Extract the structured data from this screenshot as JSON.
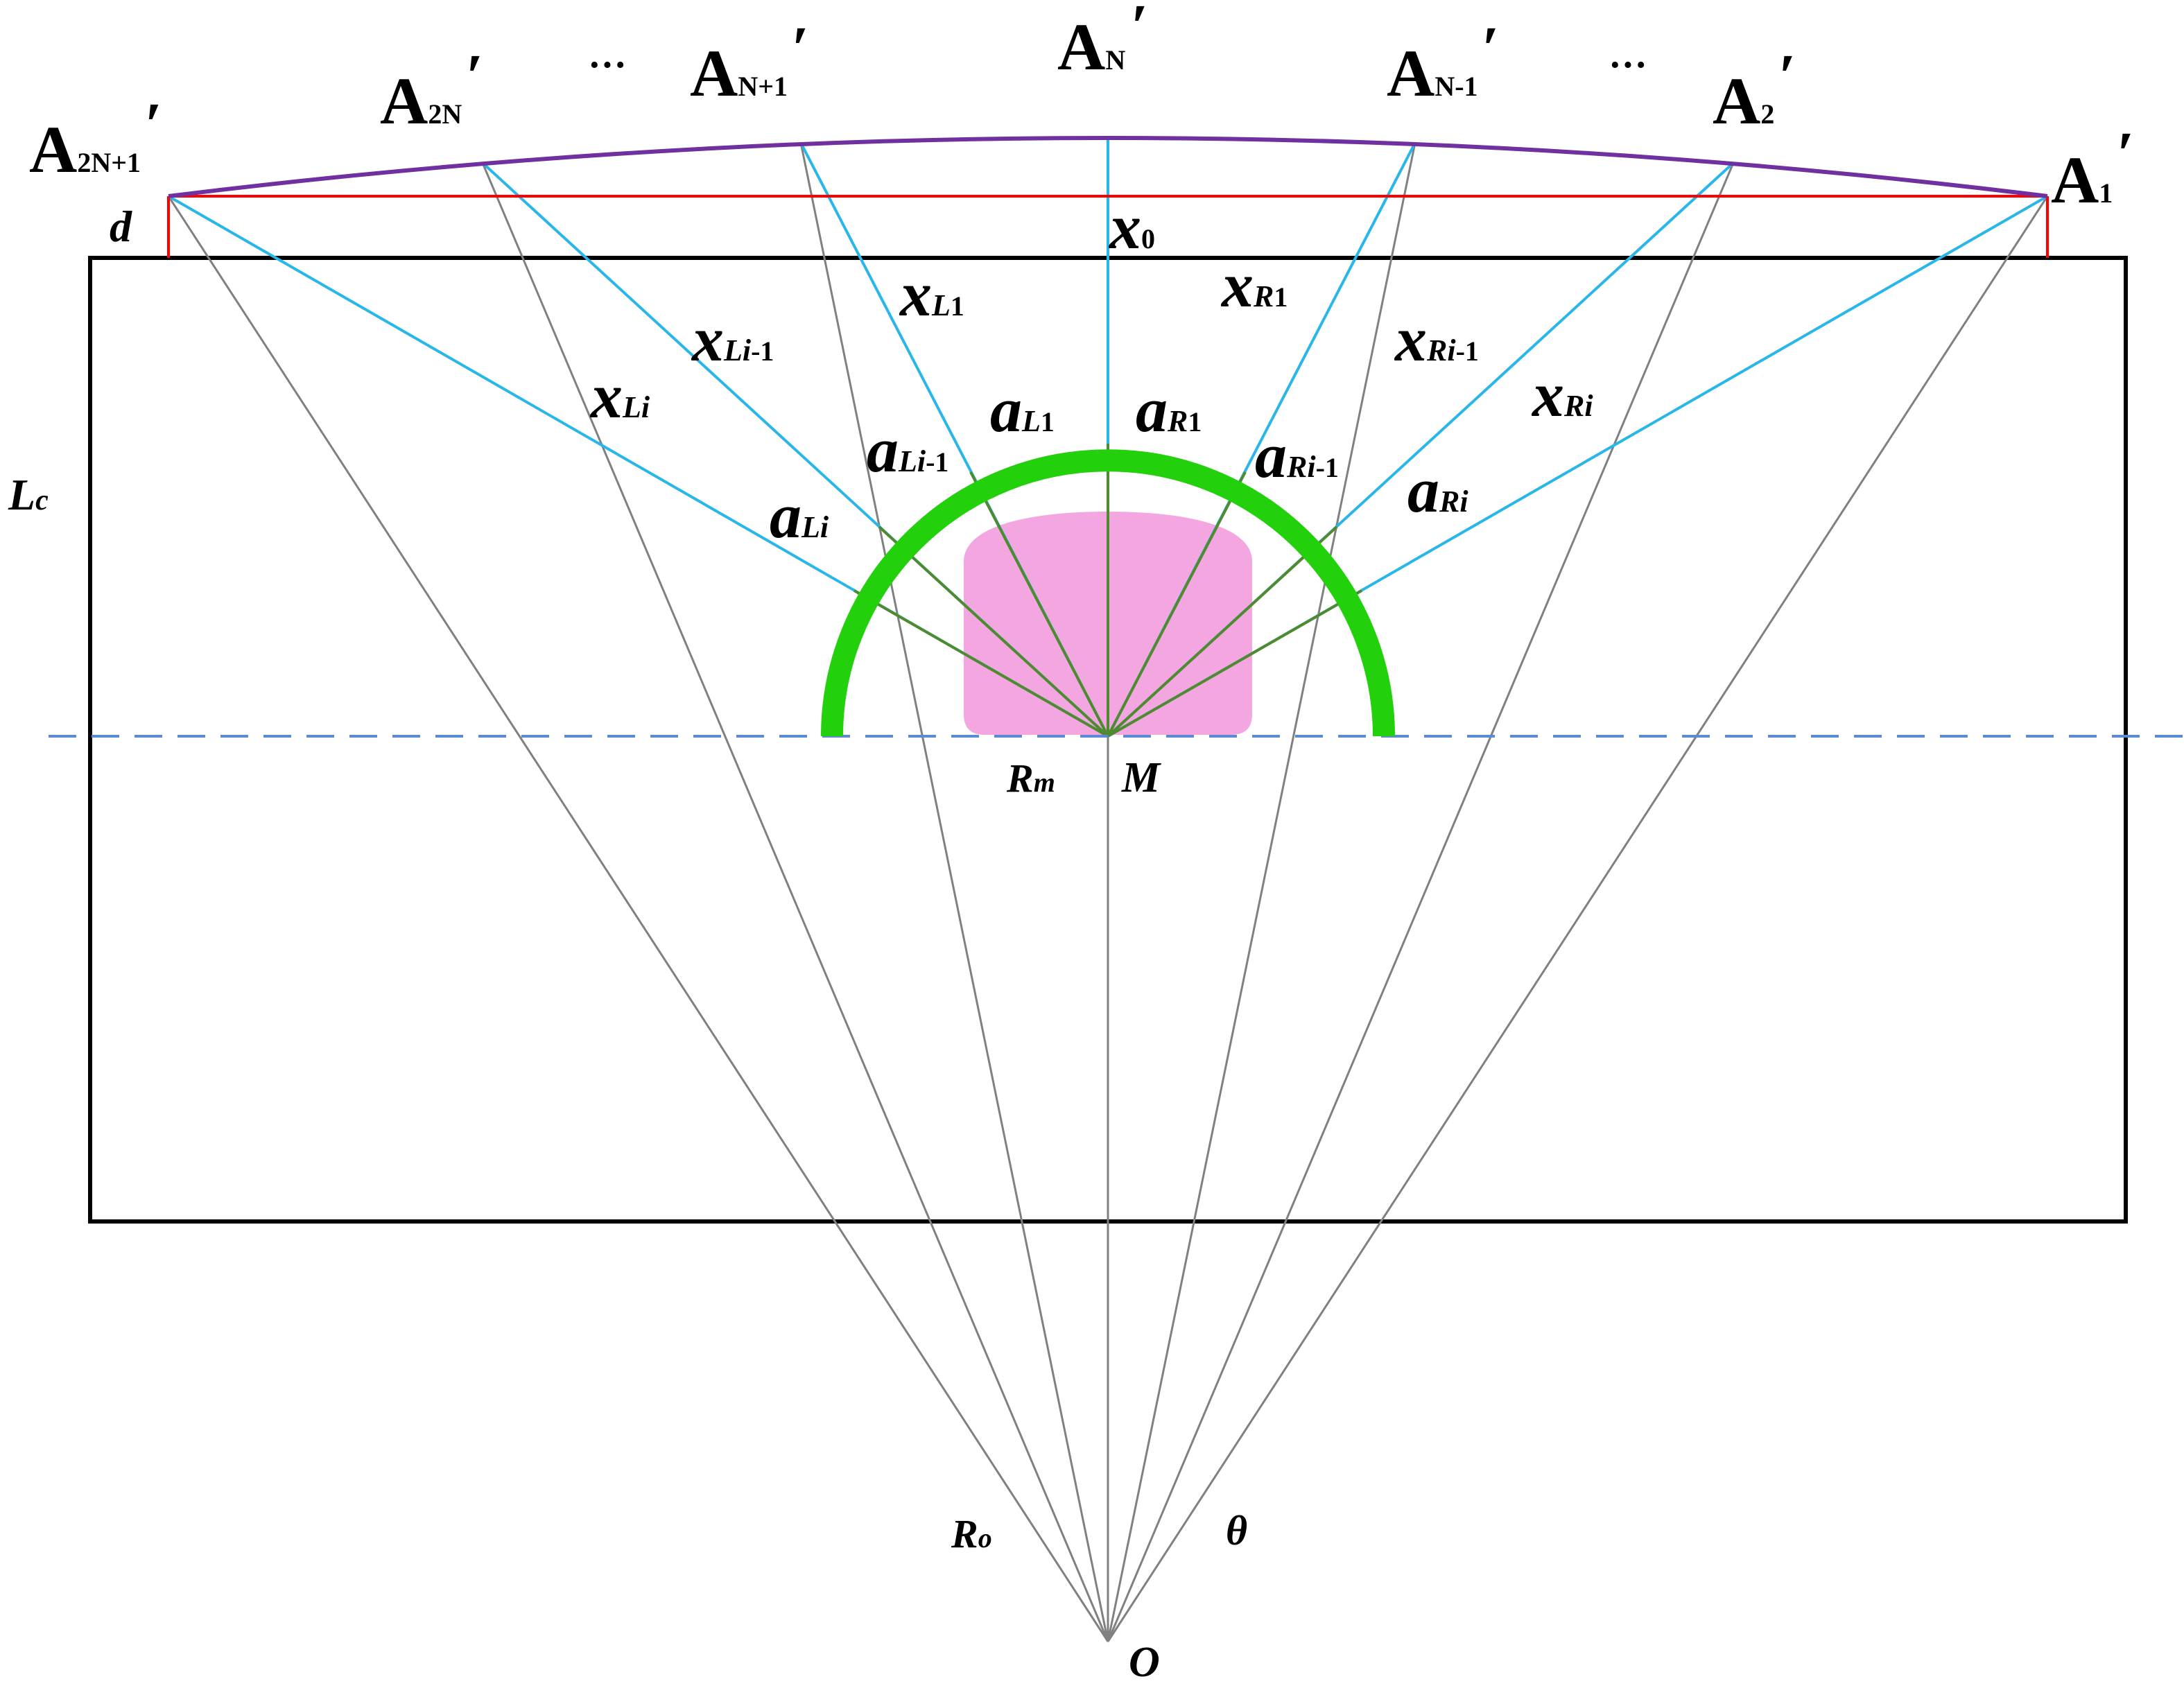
{
  "colors": {
    "frame": "#000000",
    "ray": "#808080",
    "cyan": "#29b6e8",
    "purple": "#7030a0",
    "red": "#ff0000",
    "green": "#22d10c",
    "darkgreen": "#4f8a2f",
    "pink": "#f4a6e0",
    "dash": "#5b8bd6"
  },
  "labels": {
    "a2n1": "A",
    "a2n1_sub": "2N+1",
    "a2n1_prime": "′",
    "a2n": "A",
    "a2n_sub": "2N",
    "a2n_prime": "′",
    "dots_left": "···",
    "an1": "A",
    "an1_sub": "N+1",
    "an1_prime": "′",
    "an": "A",
    "an_sub": "N",
    "an_prime": "′",
    "anm1": "A",
    "anm1_sub": "N-1",
    "anm1_prime": "′",
    "dots_right": "···",
    "a2": "A",
    "a2_sub": "2",
    "a2_prime": "′",
    "a1": "A",
    "a1_sub": "1",
    "a1_prime": "′",
    "d": "d",
    "x0": "x",
    "x0_sub": "0",
    "xl1": "x",
    "xl1_sub": "L",
    "xl1_sub2": "1",
    "xli1": "x",
    "xli1_sub": "Li",
    "xli1_sub2": "-1",
    "xli": "x",
    "xli_sub": "Li",
    "xr1": "x",
    "xr1_sub": "R",
    "xr1_sub2": "1",
    "xri1": "x",
    "xri1_sub": "Ri",
    "xri1_sub2": "-1",
    "xri": "x",
    "xri_sub": "Ri",
    "al1": "a",
    "al1_sub": "L",
    "al1_sub2": "1",
    "ali1": "a",
    "ali1_sub": "Li",
    "ali1_sub2": "-1",
    "ali": "a",
    "ali_sub": "Li",
    "ar1": "a",
    "ar1_sub": "R",
    "ar1_sub2": "1",
    "ari1": "a",
    "ari1_sub": "Ri",
    "ari1_sub2": "-1",
    "ari": "a",
    "ari_sub": "Ri",
    "lc": "L",
    "lc_sub": "c",
    "rm": "R",
    "rm_sub": "m",
    "m": "M",
    "ro": "R",
    "ro_sub": "o",
    "theta": "θ",
    "o": "O"
  }
}
